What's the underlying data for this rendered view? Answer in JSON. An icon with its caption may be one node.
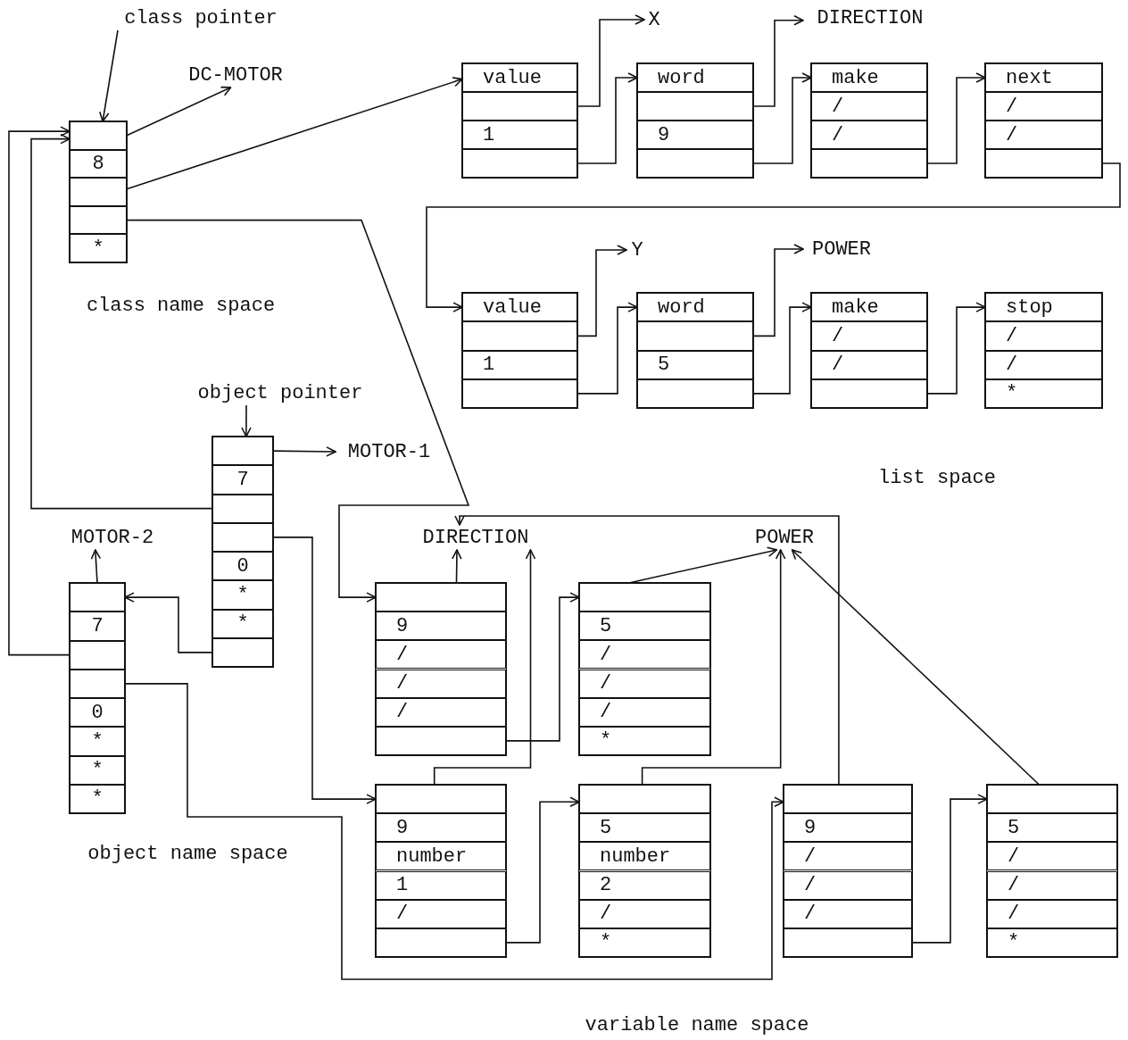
{
  "diagram": {
    "nodes": [
      {
        "text": [
          "class pointer"
        ]
      },
      {
        "text": [
          "DC-MOTOR"
        ]
      },
      {
        "text": [
          "X"
        ]
      },
      {
        "text": [
          "DIRECTION"
        ]
      },
      {
        "text": [],
        "shape": "box"
      },
      {
        "text": [],
        "shape": "box",
        "in": 4
      },
      {
        "text": [
          "8"
        ],
        "in": 4
      },
      {
        "text": [],
        "shape": "box",
        "in": 4
      },
      {
        "text": [],
        "shape": "box",
        "in": 4
      },
      {
        "text": [
          "*"
        ],
        "in": 4
      },
      {
        "text": [],
        "shape": "box"
      },
      {
        "text": [
          "value"
        ],
        "in": 10
      },
      {
        "text": [],
        "shape": "box",
        "in": 10
      },
      {
        "text": [
          "1"
        ],
        "in": 10
      },
      {
        "text": [],
        "shape": "box",
        "in": 10
      },
      {
        "text": [],
        "shape": "box"
      },
      {
        "text": [
          "word"
        ],
        "in": 15
      },
      {
        "text": [],
        "shape": "box",
        "in": 15
      },
      {
        "text": [
          "9"
        ],
        "in": 15
      },
      {
        "text": [],
        "shape": "box",
        "in": 15
      },
      {
        "text": [],
        "shape": "box"
      },
      {
        "text": [
          "make"
        ],
        "in": 20
      },
      {
        "text": [
          "/"
        ],
        "in": 20
      },
      {
        "text": [
          "/"
        ],
        "in": 20
      },
      {
        "text": [],
        "shape": "box",
        "in": 20
      },
      {
        "text": [],
        "shape": "box"
      },
      {
        "text": [
          "next"
        ],
        "in": 25
      },
      {
        "text": [
          "/"
        ],
        "in": 25
      },
      {
        "text": [
          "/"
        ],
        "in": 25
      },
      {
        "text": [],
        "shape": "box",
        "in": 25
      },
      {
        "text": [
          "Y"
        ]
      },
      {
        "text": [
          "POWER"
        ]
      },
      {
        "text": [],
        "shape": "box"
      },
      {
        "text": [
          "value"
        ],
        "in": 32
      },
      {
        "text": [],
        "shape": "box",
        "in": 32
      },
      {
        "text": [
          "1"
        ],
        "in": 32
      },
      {
        "text": [],
        "shape": "box",
        "in": 32
      },
      {
        "text": [],
        "shape": "box"
      },
      {
        "text": [
          "word"
        ],
        "in": 37
      },
      {
        "text": [],
        "shape": "box",
        "in": 37
      },
      {
        "text": [
          "5"
        ],
        "in": 37
      },
      {
        "text": [],
        "shape": "box",
        "in": 37
      },
      {
        "text": [],
        "shape": "box"
      },
      {
        "text": [
          "make"
        ],
        "in": 42
      },
      {
        "text": [
          "/"
        ],
        "in": 42
      },
      {
        "text": [
          "/"
        ],
        "in": 42
      },
      {
        "text": [],
        "shape": "box",
        "in": 42
      },
      {
        "text": [],
        "shape": "box"
      },
      {
        "text": [
          "stop"
        ],
        "in": 47
      },
      {
        "text": [
          "/"
        ],
        "in": 47
      },
      {
        "text": [
          "/"
        ],
        "in": 47
      },
      {
        "text": [
          "*"
        ],
        "in": 47
      },
      {
        "text": [
          "object pointer"
        ]
      },
      {
        "text": [
          "MOTOR-1"
        ]
      },
      {
        "text": [],
        "shape": "box"
      },
      {
        "text": [],
        "shape": "box",
        "in": 54
      },
      {
        "text": [
          "7"
        ],
        "in": 54
      },
      {
        "text": [],
        "shape": "box",
        "in": 54
      },
      {
        "text": [],
        "shape": "box",
        "in": 54
      },
      {
        "text": [
          "0"
        ],
        "in": 54
      },
      {
        "text": [
          "*"
        ],
        "in": 54
      },
      {
        "text": [
          "*"
        ],
        "in": 54
      },
      {
        "text": [],
        "shape": "box",
        "in": 54
      },
      {
        "text": [
          "MOTOR-2"
        ]
      },
      {
        "text": [
          "DIRECTION"
        ]
      },
      {
        "text": [
          "POWER"
        ]
      },
      {
        "text": [],
        "shape": "box"
      },
      {
        "text": [],
        "shape": "box",
        "in": 66
      },
      {
        "text": [
          "7"
        ],
        "in": 66
      },
      {
        "text": [],
        "shape": "box",
        "in": 66
      },
      {
        "text": [],
        "shape": "box",
        "in": 66
      },
      {
        "text": [
          "0"
        ],
        "in": 66
      },
      {
        "text": [
          "*"
        ],
        "in": 66
      },
      {
        "text": [
          "*"
        ],
        "in": 66
      },
      {
        "text": [
          "*"
        ],
        "in": 66
      },
      {
        "text": [],
        "shape": "box"
      },
      {
        "text": [],
        "shape": "box",
        "in": 75
      },
      {
        "text": [
          "9"
        ],
        "in": 75
      },
      {
        "text": [
          "/"
        ],
        "in": 75
      },
      {
        "text": [
          "/"
        ],
        "in": 75
      },
      {
        "text": [
          "/"
        ],
        "in": 75
      },
      {
        "text": [],
        "shape": "box",
        "in": 75
      },
      {
        "text": [],
        "shape": "box"
      },
      {
        "text": [],
        "shape": "box",
        "in": 82
      },
      {
        "text": [
          "5"
        ],
        "in": 82
      },
      {
        "text": [
          "/"
        ],
        "in": 82
      },
      {
        "text": [
          "/"
        ],
        "in": 82
      },
      {
        "text": [
          "/"
        ],
        "in": 82
      },
      {
        "text": [
          "*"
        ],
        "in": 82
      },
      {
        "text": [],
        "shape": "box"
      },
      {
        "text": [],
        "shape": "box",
        "in": 89
      },
      {
        "text": [
          "9"
        ],
        "in": 89
      },
      {
        "text": [
          "number"
        ],
        "in": 89
      },
      {
        "text": [
          "1"
        ],
        "in": 89
      },
      {
        "text": [
          "/"
        ],
        "in": 89
      },
      {
        "text": [],
        "shape": "box",
        "in": 89
      },
      {
        "text": [],
        "shape": "box"
      },
      {
        "text": [],
        "shape": "box",
        "in": 96
      },
      {
        "text": [
          "5"
        ],
        "in": 96
      },
      {
        "text": [
          "number"
        ],
        "in": 96
      },
      {
        "text": [
          "2"
        ],
        "in": 96
      },
      {
        "text": [
          "/"
        ],
        "in": 96
      },
      {
        "text": [
          "*"
        ],
        "in": 96
      },
      {
        "text": [],
        "shape": "box"
      },
      {
        "text": [],
        "shape": "box",
        "in": 103
      },
      {
        "text": [
          "9"
        ],
        "in": 103
      },
      {
        "text": [
          "/"
        ],
        "in": 103
      },
      {
        "text": [
          "/"
        ],
        "in": 103
      },
      {
        "text": [
          "/"
        ],
        "in": 103
      },
      {
        "text": [],
        "shape": "box",
        "in": 103
      },
      {
        "text": [],
        "shape": "box"
      },
      {
        "text": [],
        "shape": "box",
        "in": 110
      },
      {
        "text": [
          "5"
        ],
        "in": 110
      },
      {
        "text": [
          "/"
        ],
        "in": 110
      },
      {
        "text": [
          "/"
        ],
        "in": 110
      },
      {
        "text": [
          "/"
        ],
        "in": 110
      },
      {
        "text": [
          "*"
        ],
        "in": 110
      }
    ],
    "edges": [
      {
        "from": 0,
        "to": 5,
        "arrow": "to"
      },
      {
        "from": 5,
        "to": 1,
        "arrow": "to"
      },
      {
        "from": 7,
        "to": 11,
        "arrow": "to"
      },
      {
        "from": 8,
        "to": 76,
        "arrow": "to"
      },
      {
        "from": 12,
        "to": 2,
        "arrow": "to"
      },
      {
        "from": 14,
        "to": 16,
        "arrow": "to"
      },
      {
        "from": 17,
        "to": 3,
        "arrow": "to"
      },
      {
        "from": 19,
        "to": 21,
        "arrow": "to"
      },
      {
        "from": 24,
        "to": 26,
        "arrow": "to"
      },
      {
        "from": 29,
        "to": 33,
        "arrow": "to"
      },
      {
        "from": 34,
        "to": 30,
        "arrow": "to"
      },
      {
        "from": 36,
        "to": 38,
        "arrow": "to"
      },
      {
        "from": 39,
        "to": 31,
        "arrow": "to"
      },
      {
        "from": 41,
        "to": 43,
        "arrow": "to"
      },
      {
        "from": 46,
        "to": 48,
        "arrow": "to"
      },
      {
        "from": 52,
        "to": 55,
        "arrow": "to"
      },
      {
        "from": 55,
        "to": 53,
        "arrow": "to"
      },
      {
        "from": 57,
        "to": 5,
        "arrow": "to"
      },
      {
        "from": 58,
        "to": 90,
        "arrow": "to"
      },
      {
        "from": 62,
        "to": 67,
        "arrow": "to"
      },
      {
        "from": 67,
        "to": 63,
        "arrow": "to"
      },
      {
        "from": 69,
        "to": 5,
        "arrow": "to"
      },
      {
        "from": 70,
        "to": 104,
        "arrow": "to"
      },
      {
        "from": 76,
        "to": 64,
        "arrow": "to"
      },
      {
        "from": 81,
        "to": 83,
        "arrow": "to"
      },
      {
        "from": 83,
        "to": 65,
        "arrow": "to"
      },
      {
        "from": 90,
        "to": 64,
        "arrow": "to"
      },
      {
        "from": 95,
        "to": 97,
        "arrow": "to"
      },
      {
        "from": 97,
        "to": 65,
        "arrow": "to"
      },
      {
        "from": 104,
        "to": 64,
        "arrow": "to"
      },
      {
        "from": 109,
        "to": 111,
        "arrow": "to"
      },
      {
        "from": 111,
        "to": 65,
        "arrow": "to"
      }
    ],
    "labels": [
      "class name space",
      "list space",
      "object name space",
      "variable name space"
    ]
  }
}
